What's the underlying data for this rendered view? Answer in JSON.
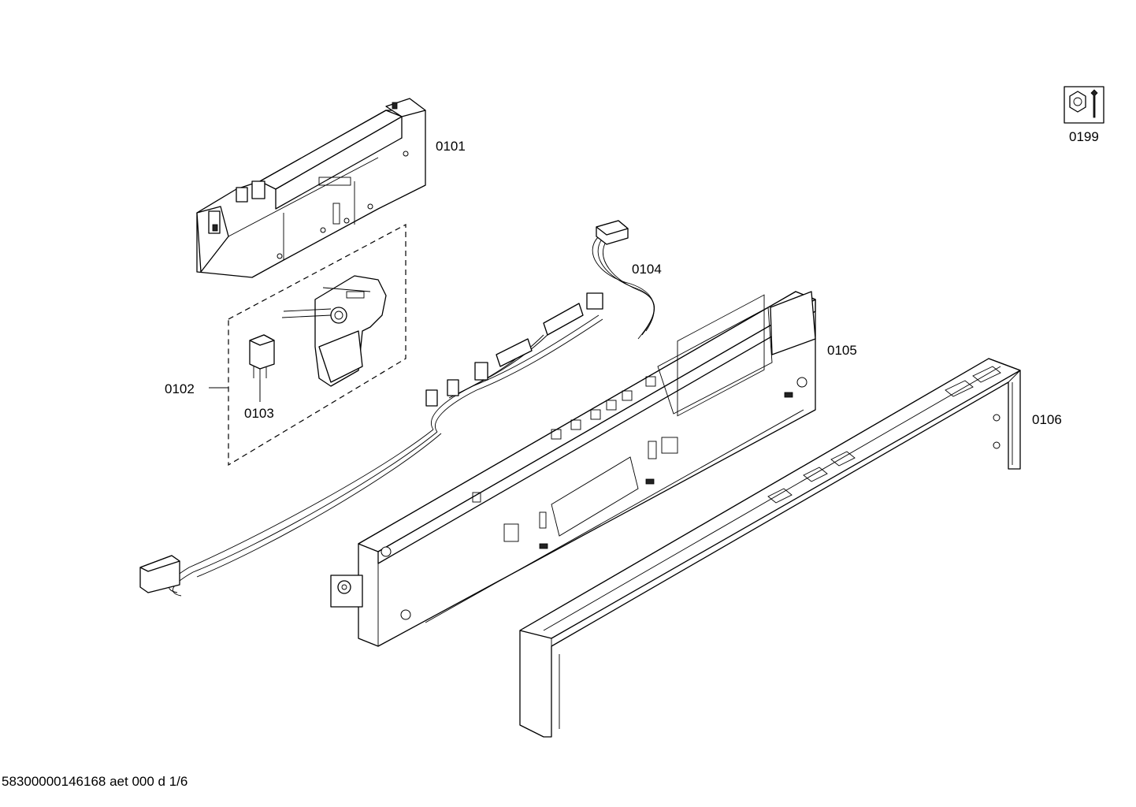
{
  "parts": [
    {
      "id": "0101"
    },
    {
      "id": "0102"
    },
    {
      "id": "0103"
    },
    {
      "id": "0104"
    },
    {
      "id": "0105"
    },
    {
      "id": "0106"
    },
    {
      "id": "0199"
    }
  ],
  "footer": {
    "document_code": "58300000146168 aet 000 d 1/6"
  },
  "icons": {
    "service_icon": "nut-wrench-icon"
  }
}
